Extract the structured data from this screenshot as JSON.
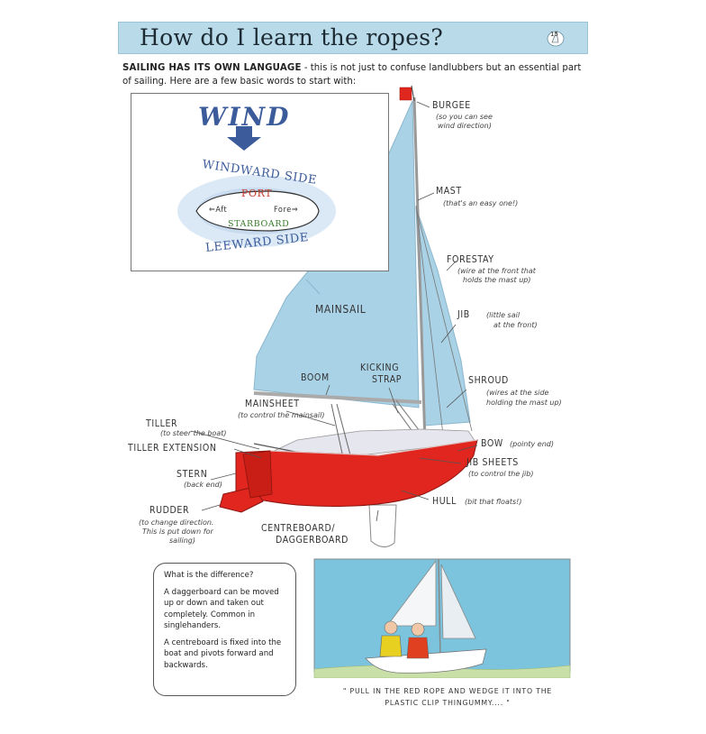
{
  "header": {
    "title": "How do I learn the ropes?",
    "page_number": "15"
  },
  "intro": {
    "lead": "SAILING HAS ITS OWN LANGUAGE",
    "text": " - this is not just to confuse landlubbers but an essential part of sailing.  Here are a few basic words to start with:"
  },
  "wind_diagram": {
    "wind": "WIND",
    "windward": "WINDWARD SIDE",
    "leeward": "LEEWARD SIDE",
    "port": "PORT",
    "starboard": "STARBOARD",
    "aft": "Aft",
    "fore": "Fore"
  },
  "labels": {
    "burgee": "BURGEE",
    "burgee_sub1": "(so you can see",
    "burgee_sub2": "wind direction)",
    "mast": "MAST",
    "mast_sub": "(that's an easy one!)",
    "forestay": "FORESTAY",
    "forestay_sub1": "(wire at the front that",
    "forestay_sub2": "holds the mast up)",
    "jib": "JIB",
    "jib_sub1": "(little sail",
    "jib_sub2": "at the front)",
    "mainsail": "MAINSAIL",
    "boom": "BOOM",
    "kicking_strap1": "KICKING",
    "kicking_strap2": "STRAP",
    "shroud": "SHROUD",
    "shroud_sub1": "(wires at the side",
    "shroud_sub2": "holding the mast up)",
    "mainsheet": "MAINSHEET",
    "mainsheet_sub": "(to control the mainsail)",
    "tiller": "TILLER",
    "tiller_sub": "(to steer the boat)",
    "tiller_extension": "TILLER EXTENSION",
    "bow": "BOW",
    "bow_sub": "(pointy end)",
    "jib_sheets": "JIB SHEETS",
    "jib_sheets_sub": "(to control the jib)",
    "stern": "STERN",
    "stern_sub": "(back end)",
    "hull": "HULL",
    "hull_sub": "(bit that floats!)",
    "rudder": "RUDDER",
    "rudder_sub1": "(to change direction.",
    "rudder_sub2": "This is put down for",
    "rudder_sub3": "sailing)",
    "centreboard1": "CENTREBOARD/",
    "centreboard2": "DAGGERBOARD"
  },
  "note": {
    "p1": "What is the difference?",
    "p2": "A daggerboard can be moved up or down and taken out completely.  Common in singlehanders.",
    "p3": "A centreboard is fixed into the boat and pivots forward and backwards."
  },
  "caption": "\" PULL IN THE RED ROPE AND WEDGE IT INTO THE PLASTIC CLIP THINGUMMY.... \"",
  "colors": {
    "title_bar": "#b9dbe9",
    "sail": "#a9d2e6",
    "hull": "#e0261e",
    "sea": "#7cc4de",
    "port": "#c0392b",
    "starboard": "#3a7d2c",
    "wind": "#3b5b9a"
  }
}
